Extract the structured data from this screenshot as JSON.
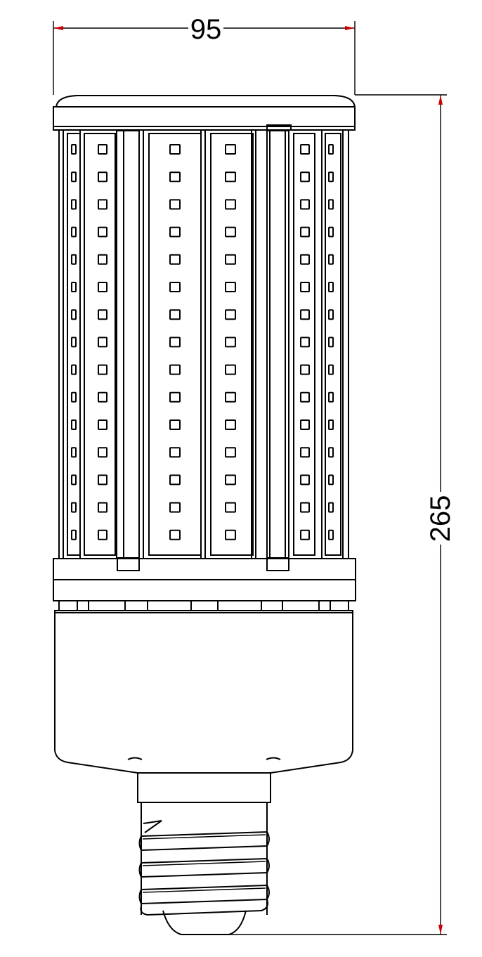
{
  "dimensions": {
    "width": {
      "value": "95"
    },
    "height": {
      "value": "265"
    }
  },
  "colors": {
    "line": "#000000",
    "arrow": "#cc0000",
    "background": "#ffffff"
  },
  "chip_rows": 15
}
